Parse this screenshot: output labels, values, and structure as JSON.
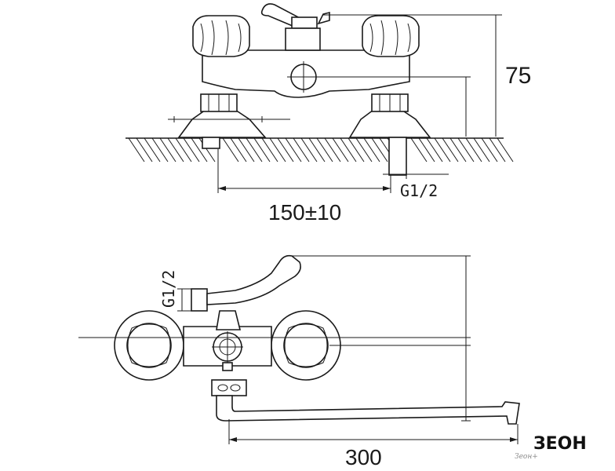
{
  "dimensions": {
    "height": "75",
    "spacing": "150±10",
    "length": "300",
    "thread_top": "G1/2",
    "thread_side": "G1/2"
  },
  "brand": {
    "logo_text": "ЗEOH",
    "caption": "Зеон+"
  }
}
